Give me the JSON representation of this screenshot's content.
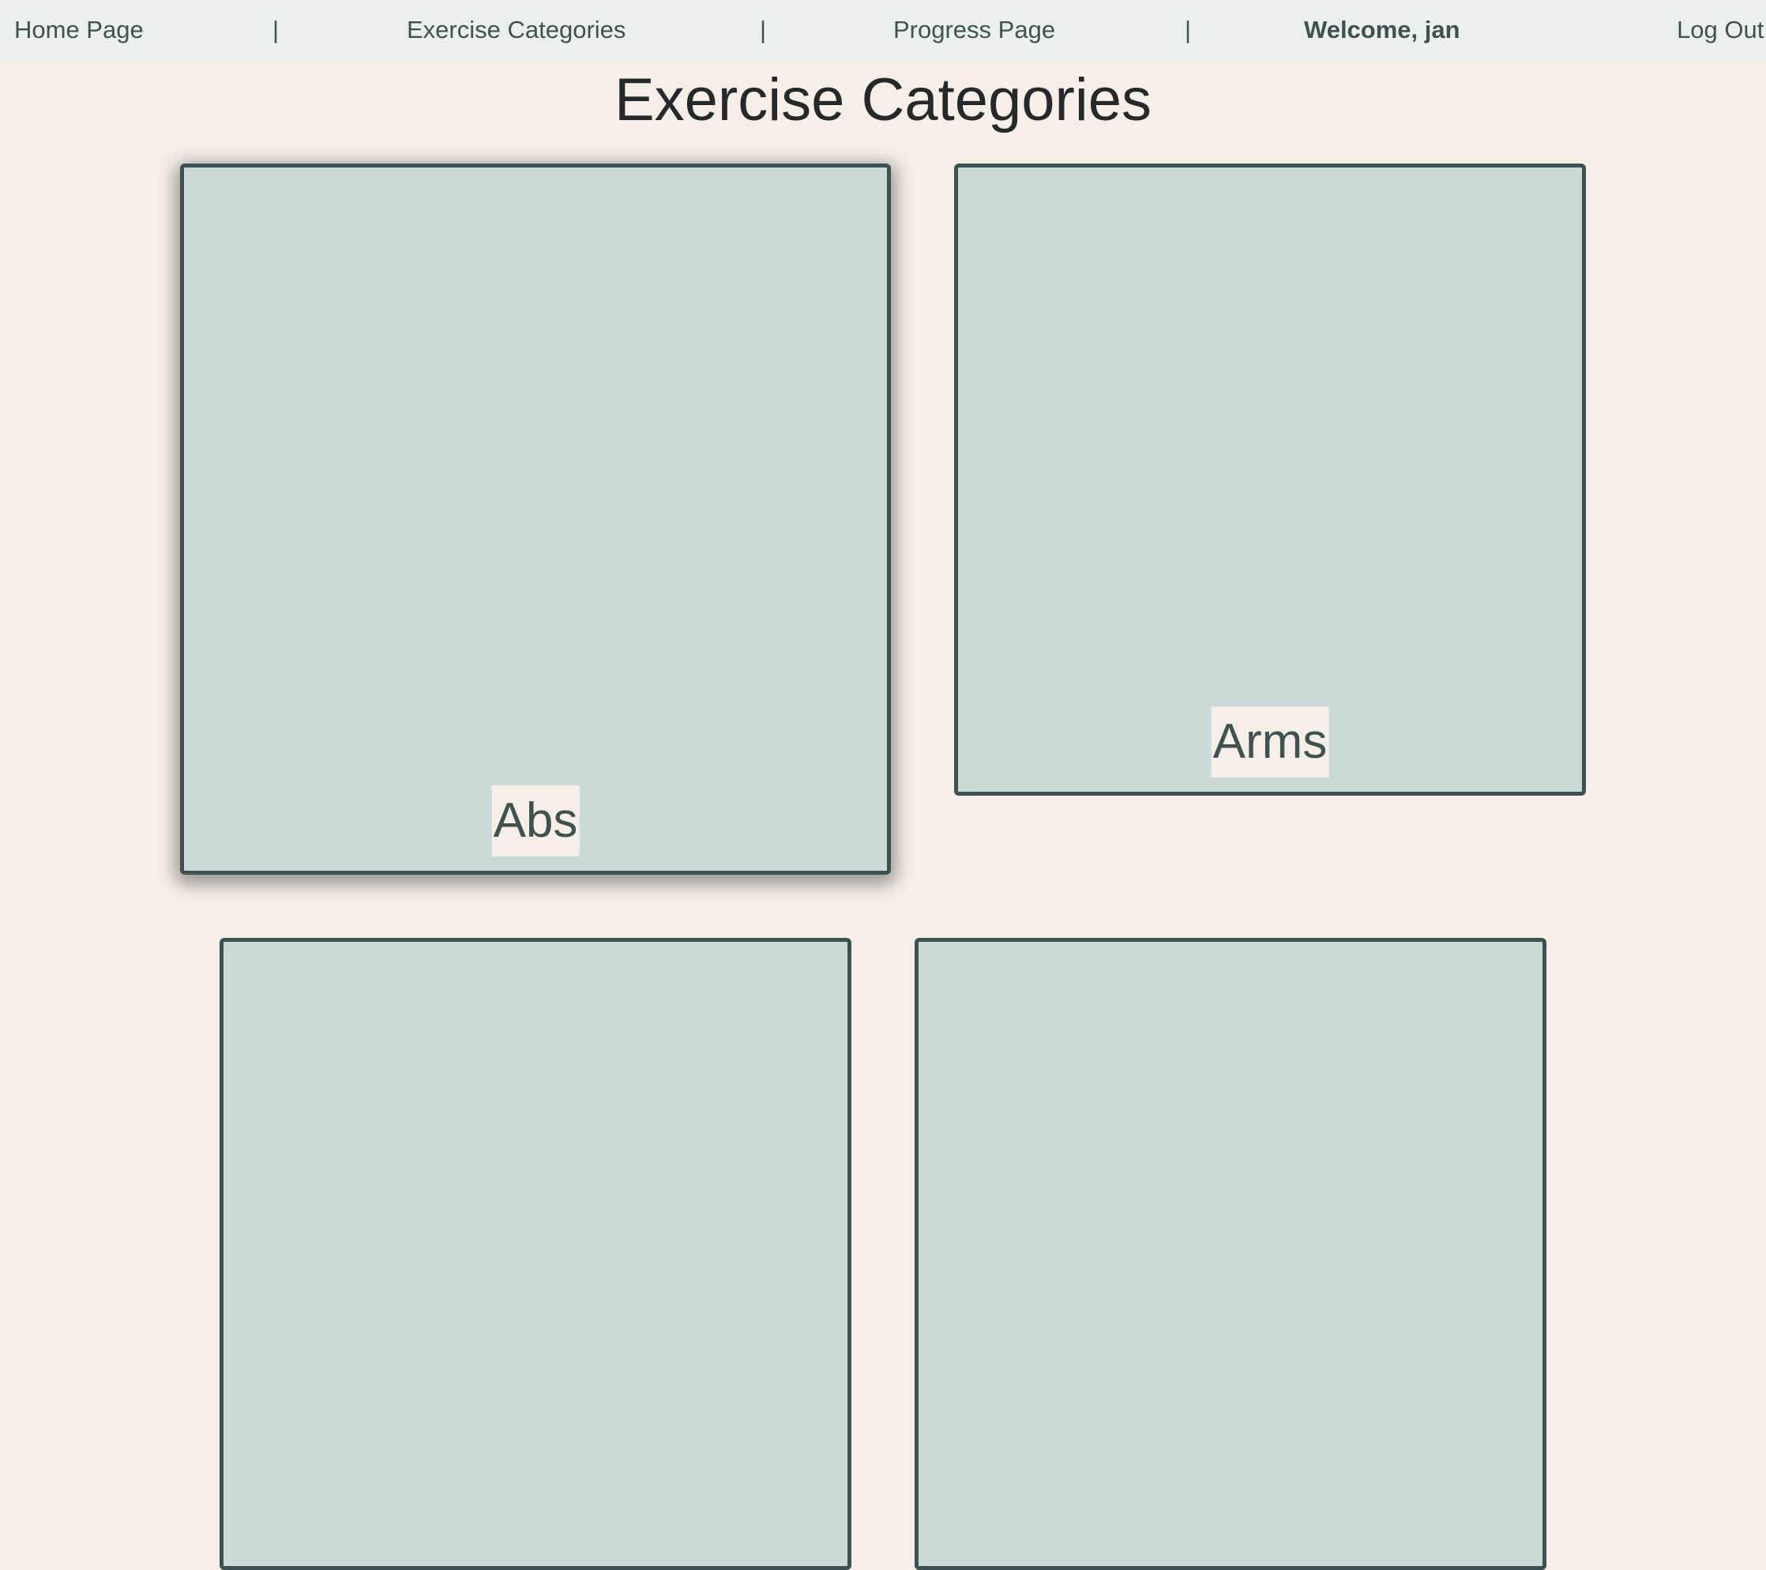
{
  "nav": {
    "home": "Home Page",
    "categories": "Exercise Categories",
    "progress": "Progress Page",
    "welcome": "Welcome, jan",
    "logout": "Log Out",
    "separator": "|"
  },
  "page": {
    "title": "Exercise Categories"
  },
  "categories": [
    {
      "label": "Abs"
    },
    {
      "label": "Arms"
    },
    {
      "label": ""
    },
    {
      "label": ""
    }
  ],
  "colors": {
    "background": "#f6efe8",
    "navbar": "#eaf0ee",
    "card_fill": "#cbdad7",
    "card_border": "#3f5052",
    "text": "#40524f"
  }
}
